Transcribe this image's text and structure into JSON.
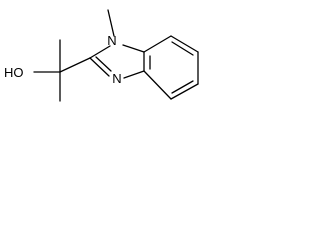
{
  "diagram": {
    "type": "chemical-structure",
    "atom_labels": {
      "hydroxyl": "HO",
      "ring_nitrogen_methylated": "N",
      "ring_nitrogen": "N"
    },
    "colors": {
      "bond": "#000000",
      "text": "#000000",
      "background": "#ffffff"
    }
  }
}
